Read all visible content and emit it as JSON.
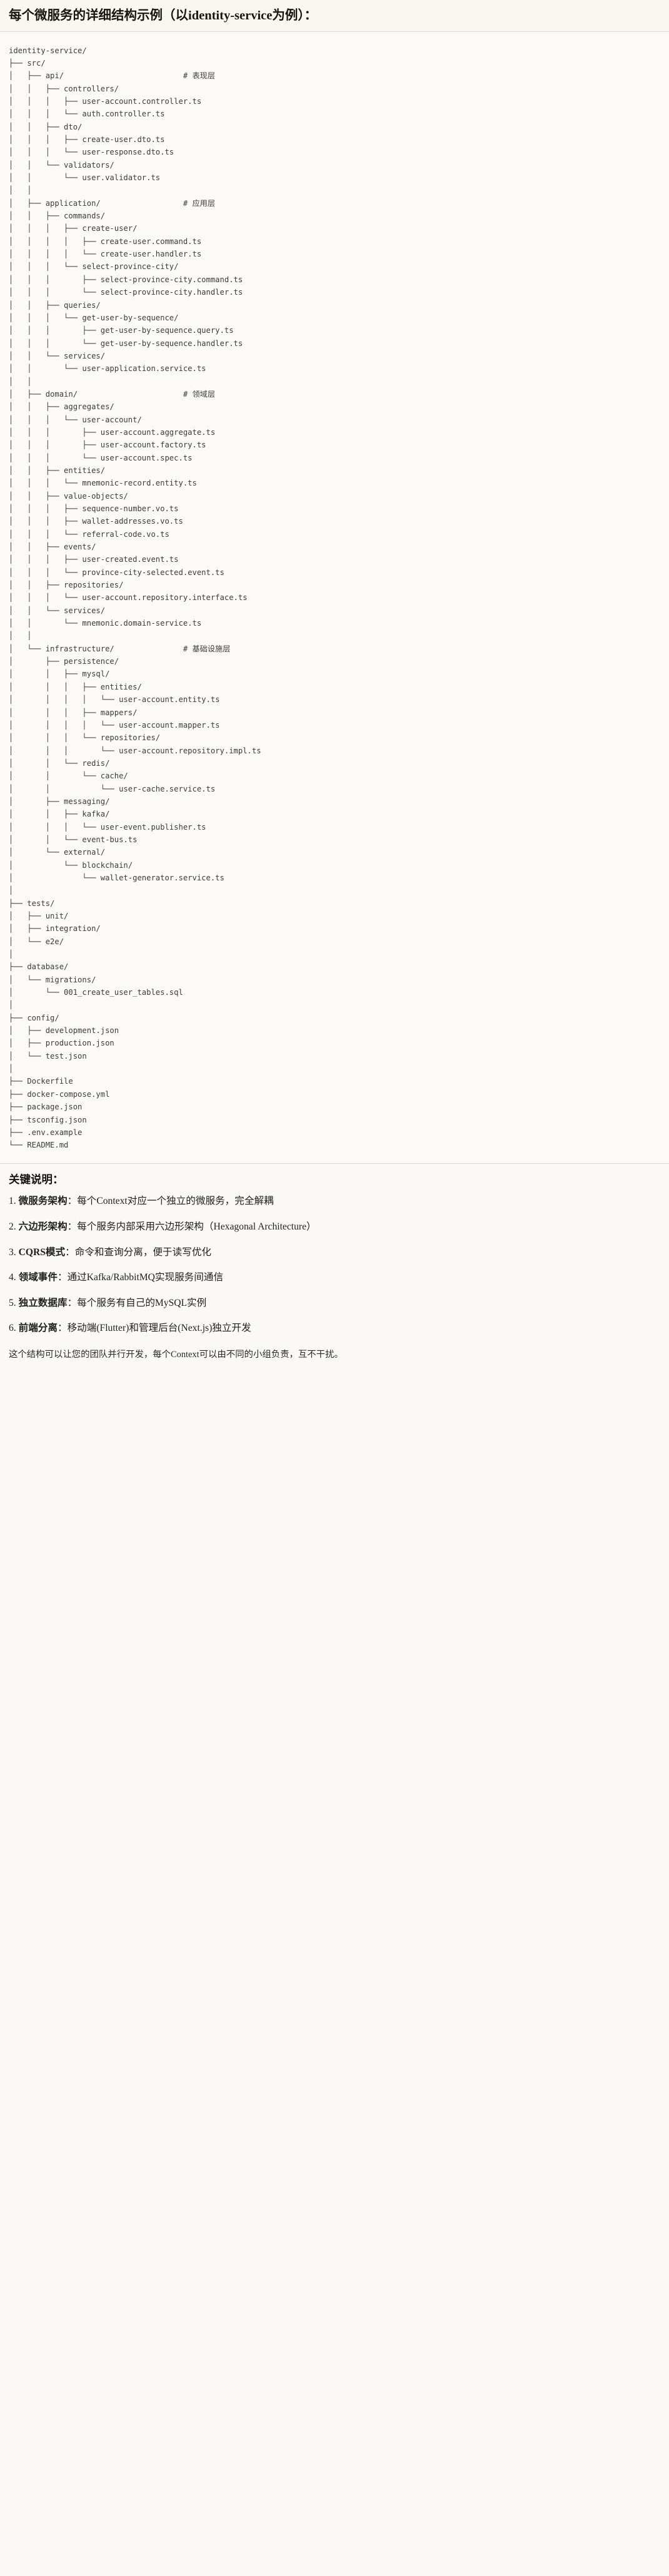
{
  "title": "每个微服务的详细结构示例（以identity-service为例）：",
  "tree": {
    "root": "identity-service/",
    "text": "identity-service/\n├── src/\n│   ├── api/                          # 表现层\n│   │   ├── controllers/\n│   │   │   ├── user-account.controller.ts\n│   │   │   └── auth.controller.ts\n│   │   ├── dto/\n│   │   │   ├── create-user.dto.ts\n│   │   │   └── user-response.dto.ts\n│   │   └── validators/\n│   │       └── user.validator.ts\n│   │\n│   ├── application/                  # 应用层\n│   │   ├── commands/\n│   │   │   ├── create-user/\n│   │   │   │   ├── create-user.command.ts\n│   │   │   │   └── create-user.handler.ts\n│   │   │   └── select-province-city/\n│   │   │       ├── select-province-city.command.ts\n│   │   │       └── select-province-city.handler.ts\n│   │   ├── queries/\n│   │   │   └── get-user-by-sequence/\n│   │   │       ├── get-user-by-sequence.query.ts\n│   │   │       └── get-user-by-sequence.handler.ts\n│   │   └── services/\n│   │       └── user-application.service.ts\n│   │\n│   ├── domain/                       # 领域层\n│   │   ├── aggregates/\n│   │   │   └── user-account/\n│   │   │       ├── user-account.aggregate.ts\n│   │   │       ├── user-account.factory.ts\n│   │   │       └── user-account.spec.ts\n│   │   ├── entities/\n│   │   │   └── mnemonic-record.entity.ts\n│   │   ├── value-objects/\n│   │   │   ├── sequence-number.vo.ts\n│   │   │   ├── wallet-addresses.vo.ts\n│   │   │   └── referral-code.vo.ts\n│   │   ├── events/\n│   │   │   ├── user-created.event.ts\n│   │   │   └── province-city-selected.event.ts\n│   │   ├── repositories/\n│   │   │   └── user-account.repository.interface.ts\n│   │   └── services/\n│   │       └── mnemonic.domain-service.ts\n│   │\n│   └── infrastructure/               # 基础设施层\n│       ├── persistence/\n│       │   ├── mysql/\n│       │   │   ├── entities/\n│       │   │   │   └── user-account.entity.ts\n│       │   │   ├── mappers/\n│       │   │   │   └── user-account.mapper.ts\n│       │   │   └── repositories/\n│       │   │       └── user-account.repository.impl.ts\n│       │   └── redis/\n│       │       └── cache/\n│       │           └── user-cache.service.ts\n│       ├── messaging/\n│       │   ├── kafka/\n│       │   │   └── user-event.publisher.ts\n│       │   └── event-bus.ts\n│       └── external/\n│           └── blockchain/\n│               └── wallet-generator.service.ts\n│\n├── tests/\n│   ├── unit/\n│   ├── integration/\n│   └── e2e/\n│\n├── database/\n│   └── migrations/\n│       └── 001_create_user_tables.sql\n│\n├── config/\n│   ├── development.json\n│   ├── production.json\n│   └── test.json\n│\n├── Dockerfile\n├── docker-compose.yml\n├── package.json\n├── tsconfig.json\n├── .env.example\n└── README.md",
    "layer_comments": [
      {
        "path": "src/api/",
        "comment": "# 表现层"
      },
      {
        "path": "src/application/",
        "comment": "# 应用层"
      },
      {
        "path": "src/domain/",
        "comment": "# 领域层"
      },
      {
        "path": "src/infrastructure/",
        "comment": "# 基础设施层"
      }
    ]
  },
  "notes": {
    "heading": "关键说明：",
    "items": [
      {
        "index": "1. ",
        "lead": "微服务架构",
        "body": "：每个Context对应一个独立的微服务，完全解耦"
      },
      {
        "index": "2. ",
        "lead": "六边形架构",
        "body": "：每个服务内部采用六边形架构（Hexagonal Architecture）"
      },
      {
        "index": "3. ",
        "lead": "CQRS模式",
        "body": "：命令和查询分离，便于读写优化"
      },
      {
        "index": "4. ",
        "lead": "领域事件",
        "body": "：通过Kafka/RabbitMQ实现服务间通信"
      },
      {
        "index": "5. ",
        "lead": "独立数据库",
        "body": "：每个服务有自己的MySQL实例"
      },
      {
        "index": "6. ",
        "lead": "前端分离",
        "body": "：移动端(Flutter)和管理后台(Next.js)独立开发"
      }
    ],
    "closing": "这个结构可以让您的团队并行开发，每个Context可以由不同的小组负责，互不干扰。"
  },
  "colors": {
    "page_background": "#faf9f5",
    "title_background": "#f8f7f2",
    "code_background": "#fbfaf7",
    "rule": "#dedbd1",
    "title_text": "#16160f",
    "code_text": "#3c3c3a",
    "body_text": "#1f1f1d"
  }
}
